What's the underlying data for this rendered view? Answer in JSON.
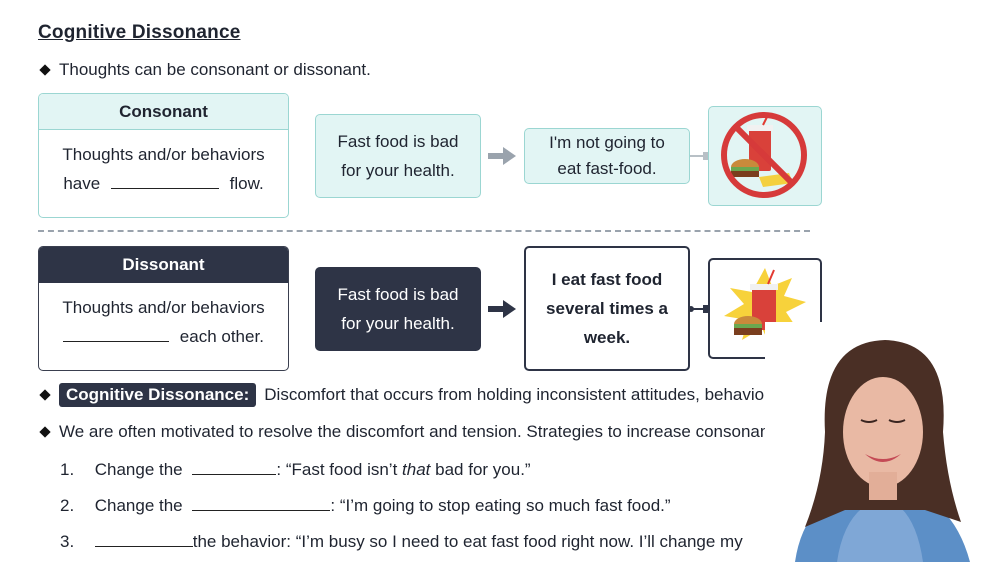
{
  "title": "Cognitive Dissonance",
  "intro_bullet": "Thoughts can be consonant or dissonant.",
  "consonant": {
    "header": "Consonant",
    "line1": "Thoughts and/or behaviors",
    "line2_pre": "have",
    "line2_post": "flow.",
    "thought_a_line1": "Fast food is bad",
    "thought_a_line2": "for your health.",
    "thought_b_line1": "I'm not going to",
    "thought_b_line2": "eat fast-food.",
    "image_icon": "no-fast-food-icon"
  },
  "dissonant": {
    "header": "Dissonant",
    "line1": "Thoughts and/or behaviors",
    "line2_post": "each other.",
    "thought_a_line1": "Fast food is bad",
    "thought_a_line2": "for your health.",
    "thought_b_line1": "I eat fast food",
    "thought_b_line2": "several times a",
    "thought_b_line3": "week.",
    "image_icon": "fast-food-icon"
  },
  "definition": {
    "term": "Cognitive Dissonance:",
    "text": "Discomfort that occurs from holding inconsistent attitudes, behaviors, or cog"
  },
  "strategies_bullet": "We are often motivated to resolve the discomfort and tension. Strategies to increase consonance:",
  "strategies": [
    {
      "num": "1.",
      "pre": "Change the",
      "post_a": ": “Fast food isn’t ",
      "post_em": "that",
      "post_b": " bad for you.”"
    },
    {
      "num": "2.",
      "pre": "Change the",
      "post": ": “I’m going to stop eating so much fast food.”"
    },
    {
      "num": "3.",
      "post": "the behavior: “I’m busy so I need to eat fast food right now. I’ll change my"
    }
  ],
  "colors": {
    "accent_teal": "#9bd6d2",
    "teal_fill": "#e2f5f4",
    "navy": "#2e3446"
  }
}
